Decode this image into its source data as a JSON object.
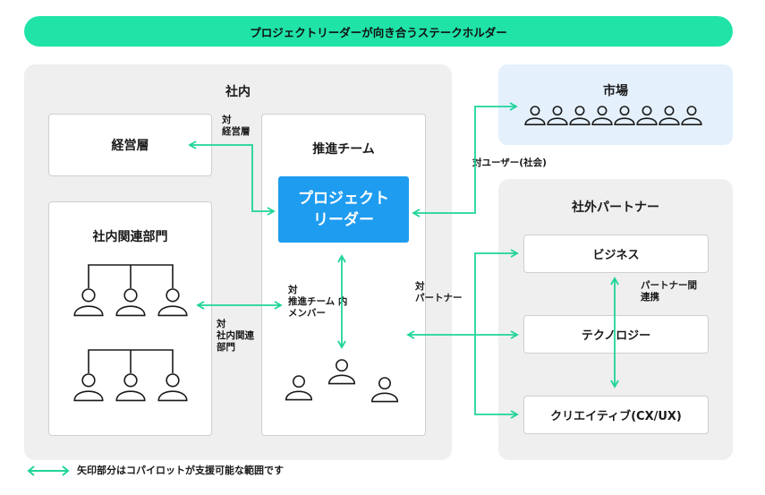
{
  "header": {
    "title": "プロジェクトリーダーが向き合うステークホルダー"
  },
  "internal": {
    "title": "社内",
    "management": "経営層",
    "departments": "社内関連部門",
    "team": "推進チーム",
    "leader_line1": "プロジェクト",
    "leader_line2": "リーダー",
    "label_vs_management": [
      "対",
      "経営層"
    ],
    "label_vs_team_members": [
      "対",
      "推進チーム 内",
      "メンバー"
    ],
    "label_vs_departments": [
      "対",
      "社内関連",
      "部門"
    ]
  },
  "market": {
    "title": "市場",
    "label_vs_users": "対ユーザー(社会)"
  },
  "partners": {
    "title": "社外パートナー",
    "items": [
      "ビジネス",
      "テクノロジー",
      "クリエイティブ(CX/UX)"
    ],
    "label_vs_partners": [
      "対",
      "パートナー"
    ],
    "label_partner_link": [
      "パートナー間",
      "連携"
    ]
  },
  "legend": {
    "text": "矢印部分はコパイロットが支援可能な範囲です"
  },
  "colors": {
    "accent_green": "#20e3a7",
    "arrow_green": "#1fd49a",
    "leader_blue": "#1e9cf0",
    "market_bg": "#e4f1fd",
    "region_bg": "#efefef"
  },
  "icons": [
    "person-icon",
    "double-arrow-icon"
  ]
}
